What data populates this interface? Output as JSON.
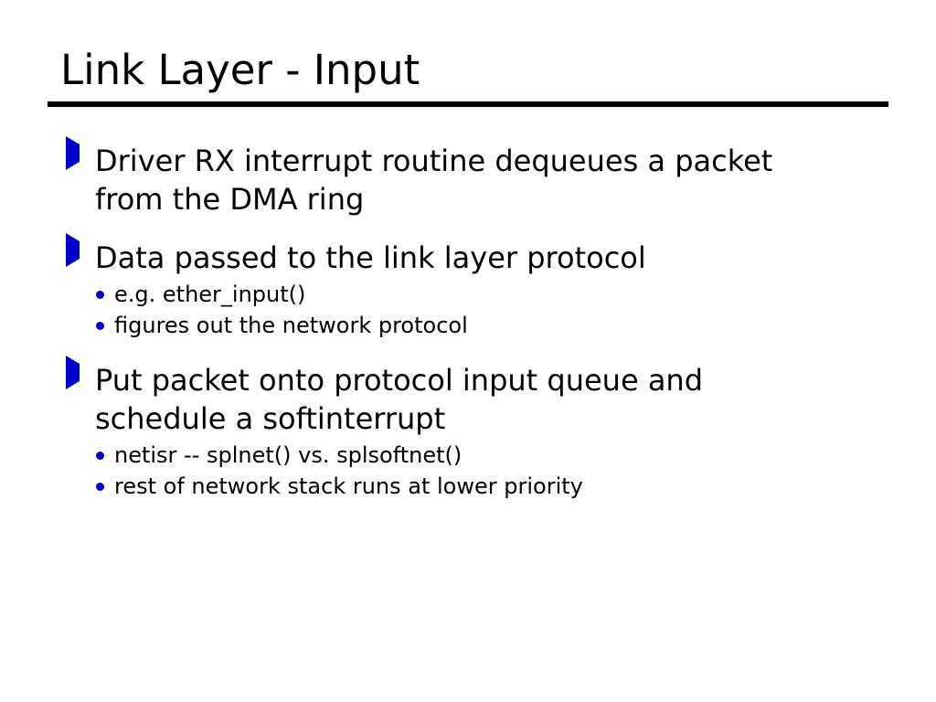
{
  "slide": {
    "title": "Link Layer - Input",
    "background_color": "#ffffff",
    "text_color": "#000000",
    "accent_color": "#0000cc",
    "bullets": [
      {
        "text": "Driver RX interrupt routine dequeues a packet from the DMA ring",
        "marker": "triangle-right",
        "sub_items": []
      },
      {
        "text": "Data passed to the link layer protocol",
        "marker": "triangle-right",
        "sub_items": [
          "e.g. ether_input()",
          "figures out the network protocol"
        ]
      },
      {
        "text": "Put packet onto protocol input queue and schedule a softinterrupt",
        "marker": "triangle-right",
        "sub_items": [
          "netisr -- splnet() vs. splsoftnet()",
          "rest of network stack runs at lower priority"
        ]
      }
    ]
  }
}
